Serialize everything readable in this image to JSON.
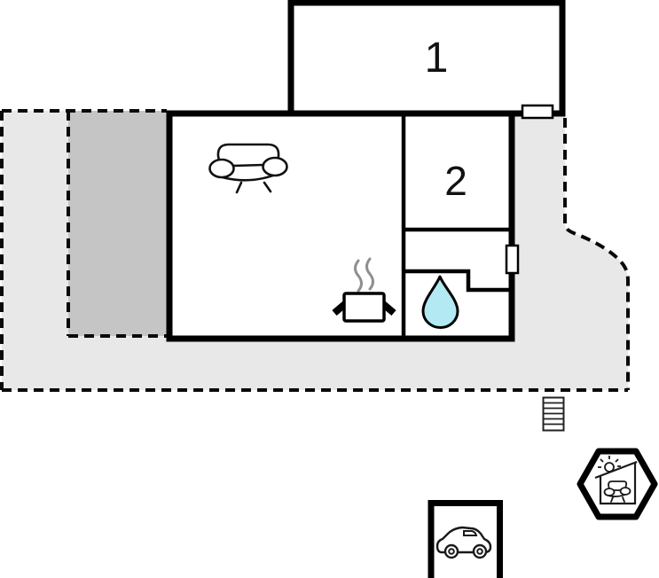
{
  "title": "Holiday home floor plan",
  "rooms": [
    {
      "id": "room-1",
      "label": "1"
    },
    {
      "id": "room-2",
      "label": "2"
    }
  ],
  "areas": {
    "plot": {
      "name": "plot-boundary-area",
      "border_style": "dashed"
    },
    "terrace": {
      "name": "terrace-area"
    },
    "living_room": {
      "name": "living-room"
    },
    "hall": {
      "name": "hall"
    },
    "bathroom": {
      "name": "bathroom"
    },
    "garage": {
      "name": "carport"
    }
  },
  "icons": [
    "sofa-icon",
    "cooking-pot-icon",
    "water-drop-icon",
    "window-icon",
    "stairs-icon",
    "car-icon",
    "holiday-home-sign-icon"
  ],
  "colors": {
    "wall": "#000000",
    "plot_fill": "#e8e8e8",
    "terrace_fill": "#c5c5c5",
    "water_drop": "#b2e9f2",
    "steam": "#8f8f8f",
    "background": "#ffffff"
  }
}
